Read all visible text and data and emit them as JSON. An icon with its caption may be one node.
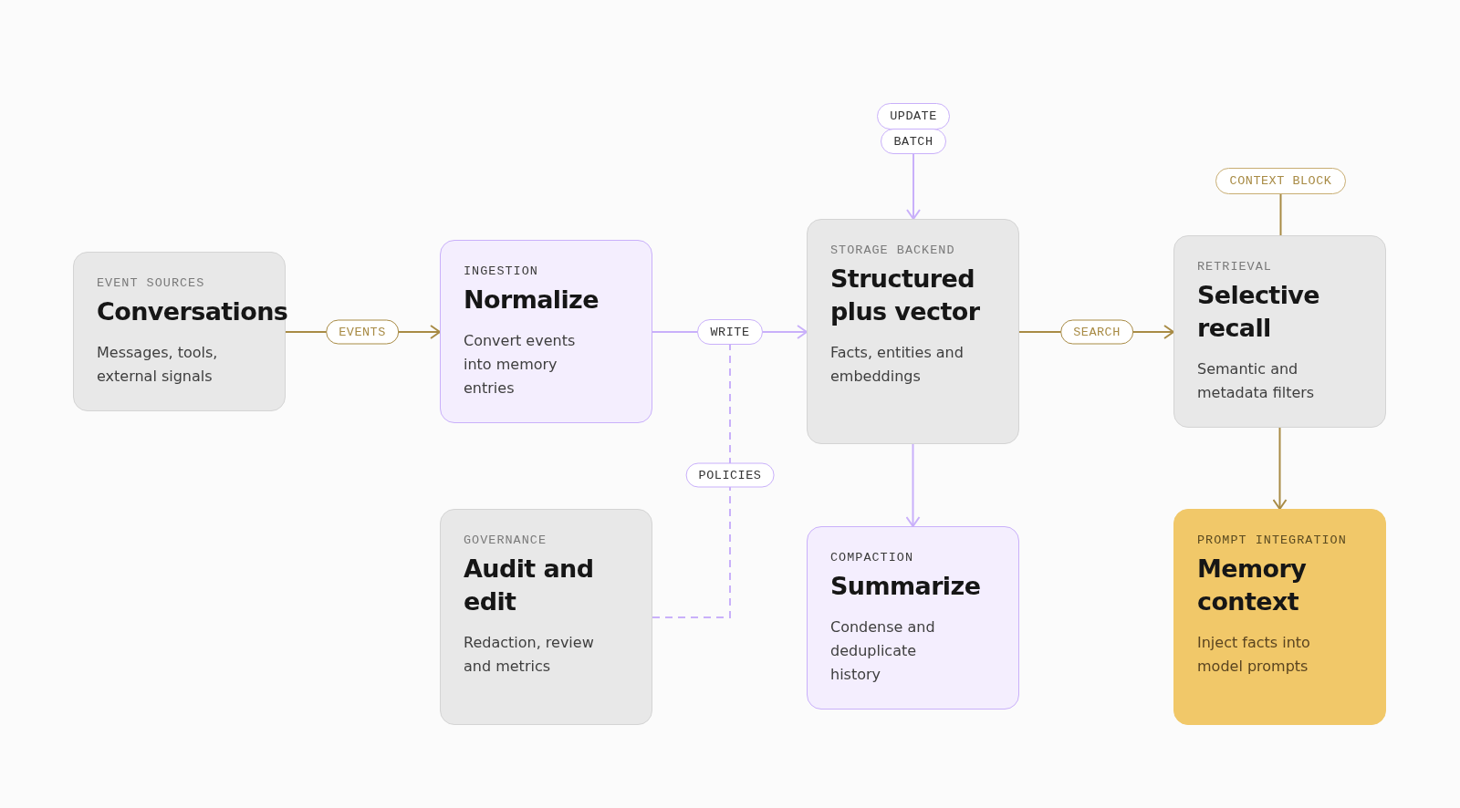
{
  "diagram": {
    "nodes": [
      {
        "text": [
          "EVENT SOURCES",
          "Conversations",
          "Messages, tools, external signals"
        ]
      },
      {
        "text": [
          "INGESTION",
          "Normalize",
          "Convert events into memory entries"
        ]
      },
      {
        "text": [
          "STORAGE BACKEND",
          "Structured plus vector",
          "Facts, entities and embeddings"
        ]
      },
      {
        "text": [
          "RETRIEVAL",
          "Selective recall",
          "Semantic and metadata filters"
        ]
      },
      {
        "text": [
          "GOVERNANCE",
          "Audit and edit",
          "Redaction, review and metrics"
        ]
      },
      {
        "text": [
          "COMPACTION",
          "Summarize",
          "Condense and deduplicate history"
        ]
      },
      {
        "text": [
          "PROMPT INTEGRATION",
          "Memory context",
          "Inject facts into model prompts"
        ]
      },
      {
        "text": [
          "UPDATE"
        ]
      },
      {
        "text": [
          "BATCH"
        ]
      },
      {
        "text": [
          "CONTEXT BLOCK"
        ]
      },
      {
        "text": [
          "WRITE"
        ]
      }
    ],
    "edges": [
      {
        "from": 0,
        "to": 1,
        "arrow": "to",
        "label": "EVENTS",
        "color": "#a88b45"
      },
      {
        "from": 1,
        "to": 10,
        "arrow": "none",
        "color": "#c9b0fa"
      },
      {
        "from": 10,
        "to": 2,
        "arrow": "to",
        "color": "#c9b0fa"
      },
      {
        "from": 2,
        "to": 3,
        "arrow": "to",
        "label": "SEARCH",
        "color": "#a88b45"
      },
      {
        "from": 8,
        "to": 2,
        "arrow": "to",
        "color": "#c9b0fa"
      },
      {
        "from": 2,
        "to": 5,
        "arrow": "to",
        "color": "#c9b0fa"
      },
      {
        "from": 9,
        "to": 3,
        "arrow": "none",
        "color": "#a88b45"
      },
      {
        "from": 3,
        "to": 6,
        "arrow": "to",
        "color": "#a88b45"
      },
      {
        "from": 4,
        "to": 10,
        "arrow": "none",
        "label": "POLICIES",
        "style": "dashed",
        "color": "#c9b0fa"
      }
    ]
  }
}
